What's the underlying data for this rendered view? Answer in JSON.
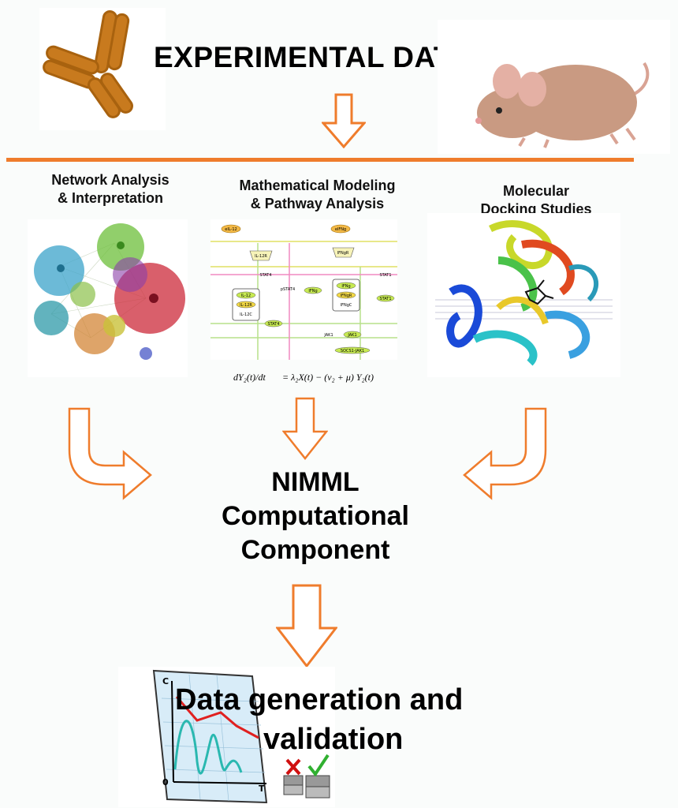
{
  "header": {
    "title": "EXPERIMENTAL DATA"
  },
  "columns": [
    {
      "title_line1": "Network Analysis",
      "title_line2": "& Interpretation"
    },
    {
      "title_line1": "Mathematical Modeling",
      "title_line2": "& Pathway Analysis"
    },
    {
      "title_line1": "Molecular",
      "title_line2": "Docking Studies"
    }
  ],
  "pathway_nodes": [
    "eIL-12",
    "IL-12R",
    "IL-12",
    "IL-12R",
    "IL-12C",
    "STAT4",
    "STAT4",
    "pSTAT4",
    "IFNg",
    "IFNgR",
    "IFNg",
    "IFNgR",
    "IFNgC",
    "JAK1",
    "JAK1",
    "SOCS1-JAK1",
    "STAT1",
    "STAT1",
    "eIFNg"
  ],
  "equation": {
    "lhs": "dY₂(t)/dt",
    "rhs": "= λ₂X(t) − (ν₂ + μ) Y₂(t)"
  },
  "center": {
    "line1": "NIMML",
    "line2": "Computational",
    "line3": "Component"
  },
  "final": {
    "line1": "Data generation and",
    "line2": "validation"
  },
  "graph_axes": {
    "y": "C",
    "origin": "0",
    "x": "T"
  },
  "colors": {
    "accent": "#ef7c2c",
    "antibody": "#c87a1e"
  }
}
